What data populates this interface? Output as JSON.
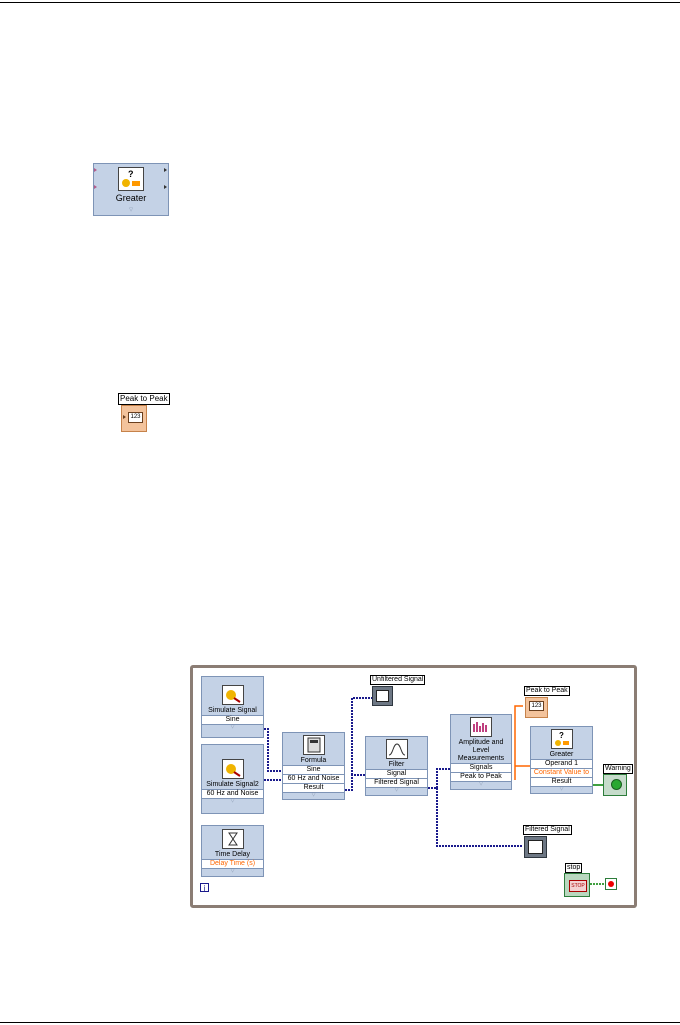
{
  "icon_greater": {
    "title": "Greater"
  },
  "icon_peak": {
    "label": "Peak to Peak",
    "value": "123"
  },
  "diagram": {
    "loop_index_label": "i",
    "simulate_signal": {
      "title": "Simulate Signal",
      "output": "Sine"
    },
    "simulate_signal2": {
      "title": "Simulate Signal2",
      "output": "60 Hz and Noise"
    },
    "time_delay": {
      "title": "Time Delay",
      "input": "Delay Time (s)"
    },
    "formula": {
      "title": "Formula",
      "inputs": [
        "Sine",
        "60 Hz and Noise"
      ],
      "output": "Result"
    },
    "filter": {
      "title": "Filter",
      "input": "Signal",
      "output": "Filtered Signal"
    },
    "amplitude": {
      "title_lines": [
        "Amplitude and",
        "Level",
        "Measurements"
      ],
      "input": "Signals",
      "output": "Peak to Peak"
    },
    "greater": {
      "title": "Greater",
      "inputs": [
        "Operand 1",
        "Constant Value to"
      ],
      "output": "Result"
    },
    "terminals": {
      "unfiltered": "Unfiltered Signal",
      "peak": "Peak to Peak",
      "peak_value": "123",
      "warning": "Warning",
      "filtered": "Filtered Signal",
      "stop": "stop",
      "stop_button": "STOP"
    },
    "colors": {
      "wire_signal": "#1a1a8c",
      "wire_numeric": "#ff6600",
      "wire_bool": "#008000",
      "block": "#c4d2e6",
      "loop_border": "#8b7d74"
    }
  }
}
